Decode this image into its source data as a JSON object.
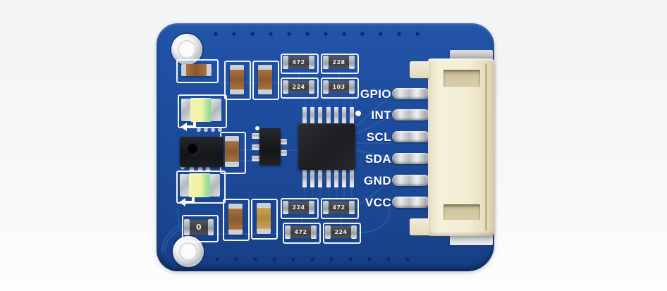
{
  "scene": {
    "type": "product-photo",
    "subject": "Blue PCB sensor breakout module with I2C header labels and 6-pin cable connector",
    "background": "#f4f5f7"
  },
  "colors": {
    "board_blue": "#1d4b9b",
    "trace_blue": "#2e60b4",
    "silkscreen_white": "#ffffff",
    "connector_cream": "#f1ebd2",
    "solder_silver": "#d9dbdd",
    "led_yellow_green": "#f0f2a4",
    "capacitor_brown": "#a8713d",
    "capacitor_yellow": "#c9a254",
    "ic_black": "#222428"
  },
  "pins": {
    "labels": [
      {
        "name": "GPIO"
      },
      {
        "name": "INT"
      },
      {
        "name": "SCL"
      },
      {
        "name": "SDA"
      },
      {
        "name": "GND"
      },
      {
        "name": "VCC"
      }
    ]
  },
  "components": {
    "resistors_top": [
      {
        "code": "472"
      },
      {
        "code": "228"
      },
      {
        "code": "224"
      },
      {
        "code": "103"
      }
    ],
    "resistors_bottom": [
      {
        "code": "224"
      },
      {
        "code": "472"
      },
      {
        "code": "472"
      },
      {
        "code": "224"
      }
    ],
    "zero_ohm": {
      "code": "0"
    }
  }
}
